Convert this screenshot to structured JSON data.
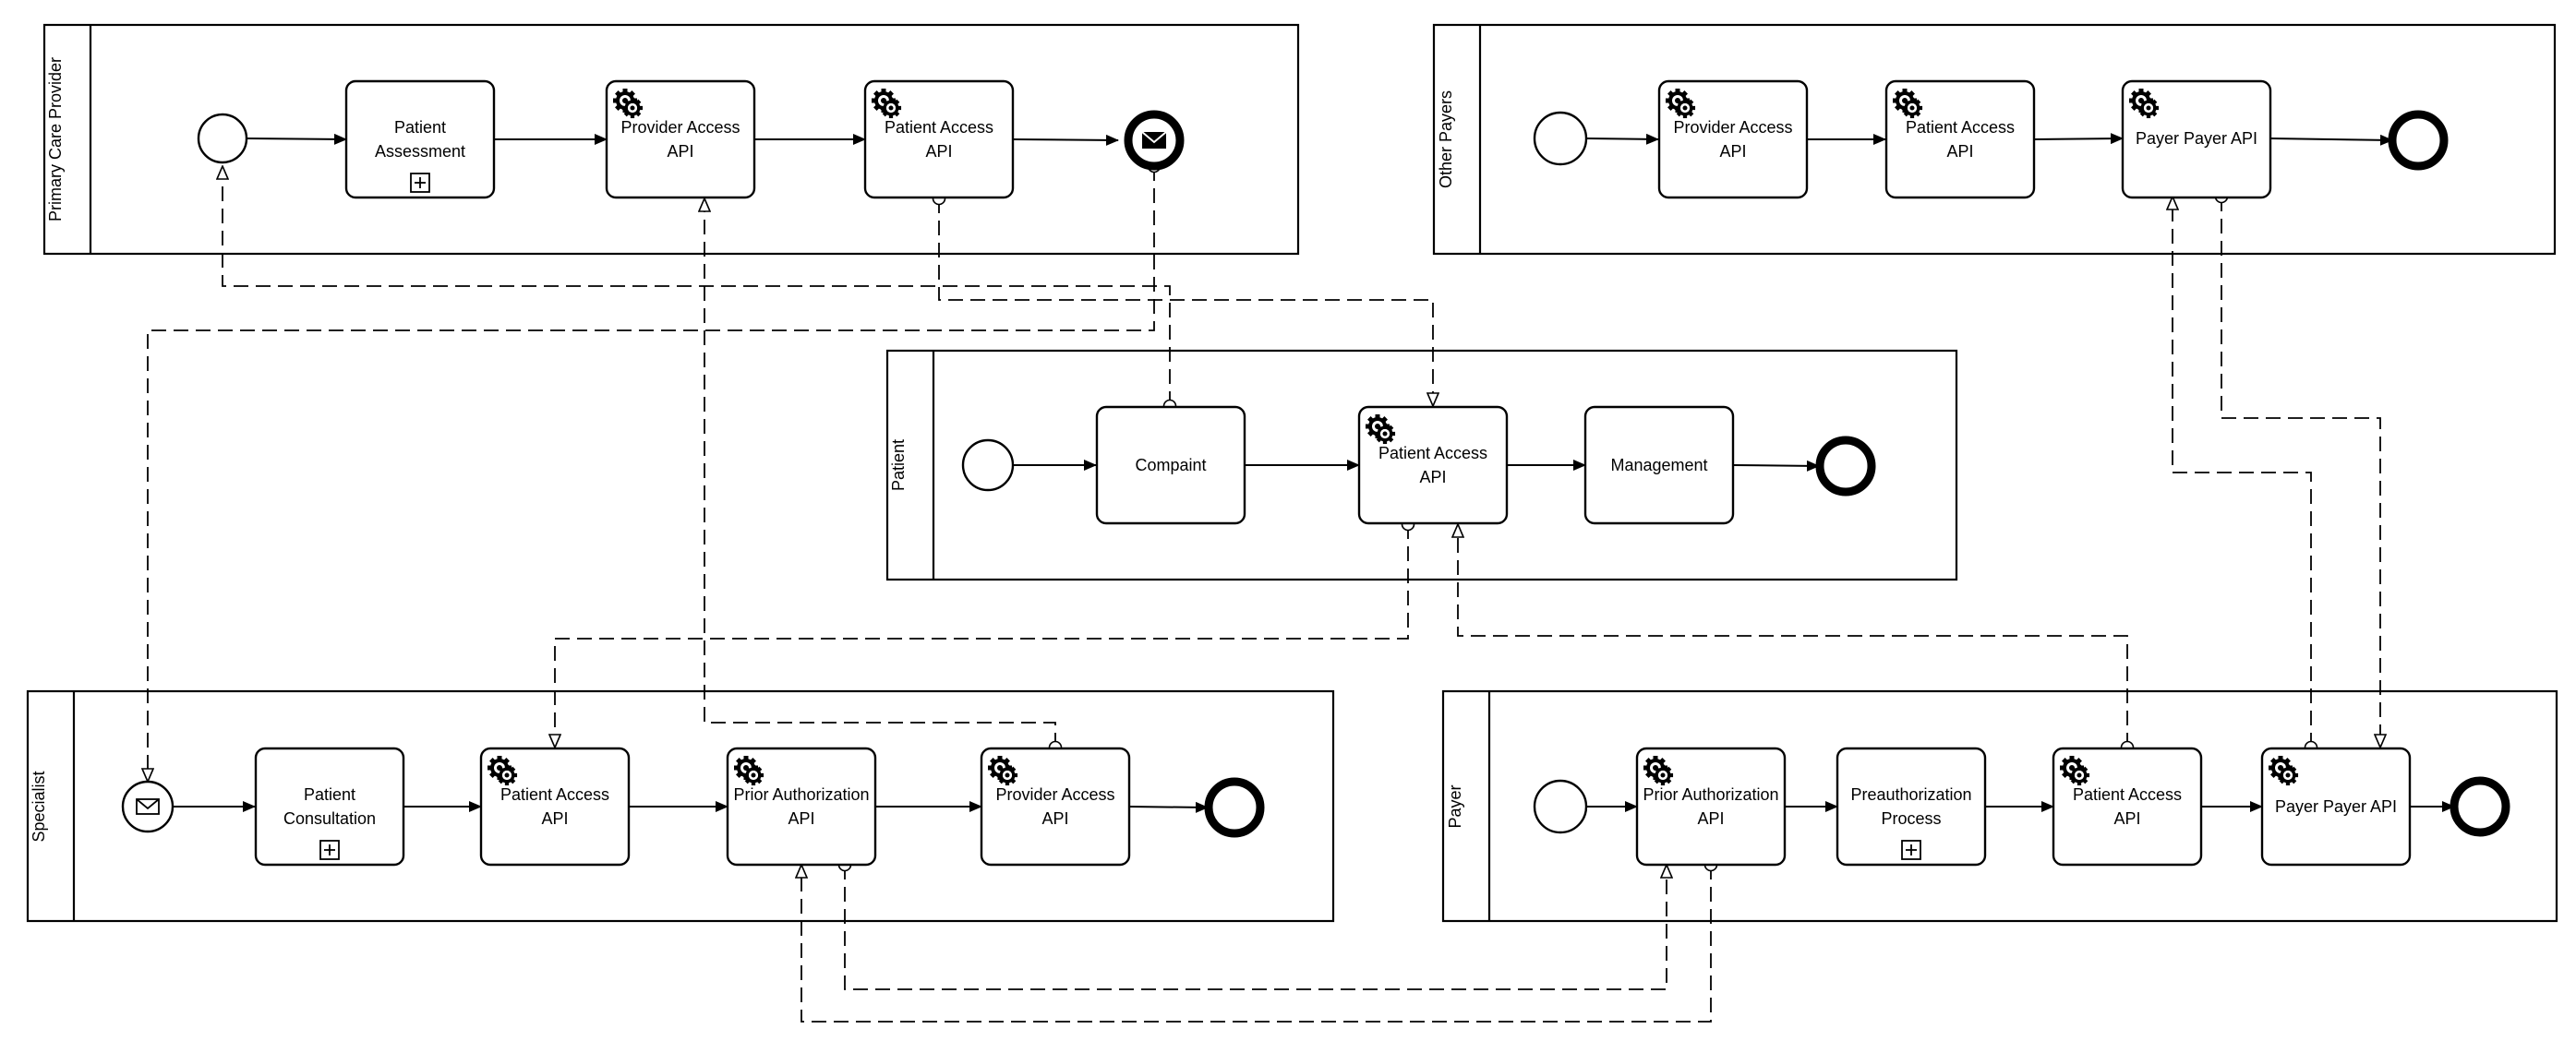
{
  "pools": {
    "primary_care": {
      "label": "Primary Care Provider"
    },
    "other_payers": {
      "label": "Other Payers"
    },
    "patient": {
      "label": "Patient"
    },
    "specialist": {
      "label": "Specialist"
    },
    "payer": {
      "label": "Payer"
    }
  },
  "tasks": {
    "pcp_assessment": {
      "line1": "Patient",
      "line2": "Assessment"
    },
    "pcp_provider_api": {
      "line1": "Provider Access",
      "line2": "API"
    },
    "pcp_patient_api": {
      "line1": "Patient Access",
      "line2": "API"
    },
    "op_provider_api": {
      "line1": "Provider Access",
      "line2": "API"
    },
    "op_patient_api": {
      "line1": "Patient Access",
      "line2": "API"
    },
    "op_payer_api": {
      "line1": "Payer Payer API"
    },
    "pt_complaint": {
      "line1": "Compaint"
    },
    "pt_patient_api": {
      "line1": "Patient Access",
      "line2": "API"
    },
    "pt_management": {
      "line1": "Management"
    },
    "sp_consultation": {
      "line1": "Patient",
      "line2": "Consultation"
    },
    "sp_patient_api": {
      "line1": "Patient Access",
      "line2": "API"
    },
    "sp_prior_auth": {
      "line1": "Prior Authorization",
      "line2": "API"
    },
    "sp_provider_api": {
      "line1": "Provider Access",
      "line2": "API"
    },
    "py_prior_auth": {
      "line1": "Prior Authorization",
      "line2": "API"
    },
    "py_preauth": {
      "line1": "Preauthorization",
      "line2": "Process"
    },
    "py_patient_api": {
      "line1": "Patient Access",
      "line2": "API"
    },
    "py_payer_api": {
      "line1": "Payer Payer API"
    }
  },
  "icons": {
    "service_task": "gear-icon",
    "subprocess": "plus-square-icon",
    "message_event": "envelope-icon"
  }
}
